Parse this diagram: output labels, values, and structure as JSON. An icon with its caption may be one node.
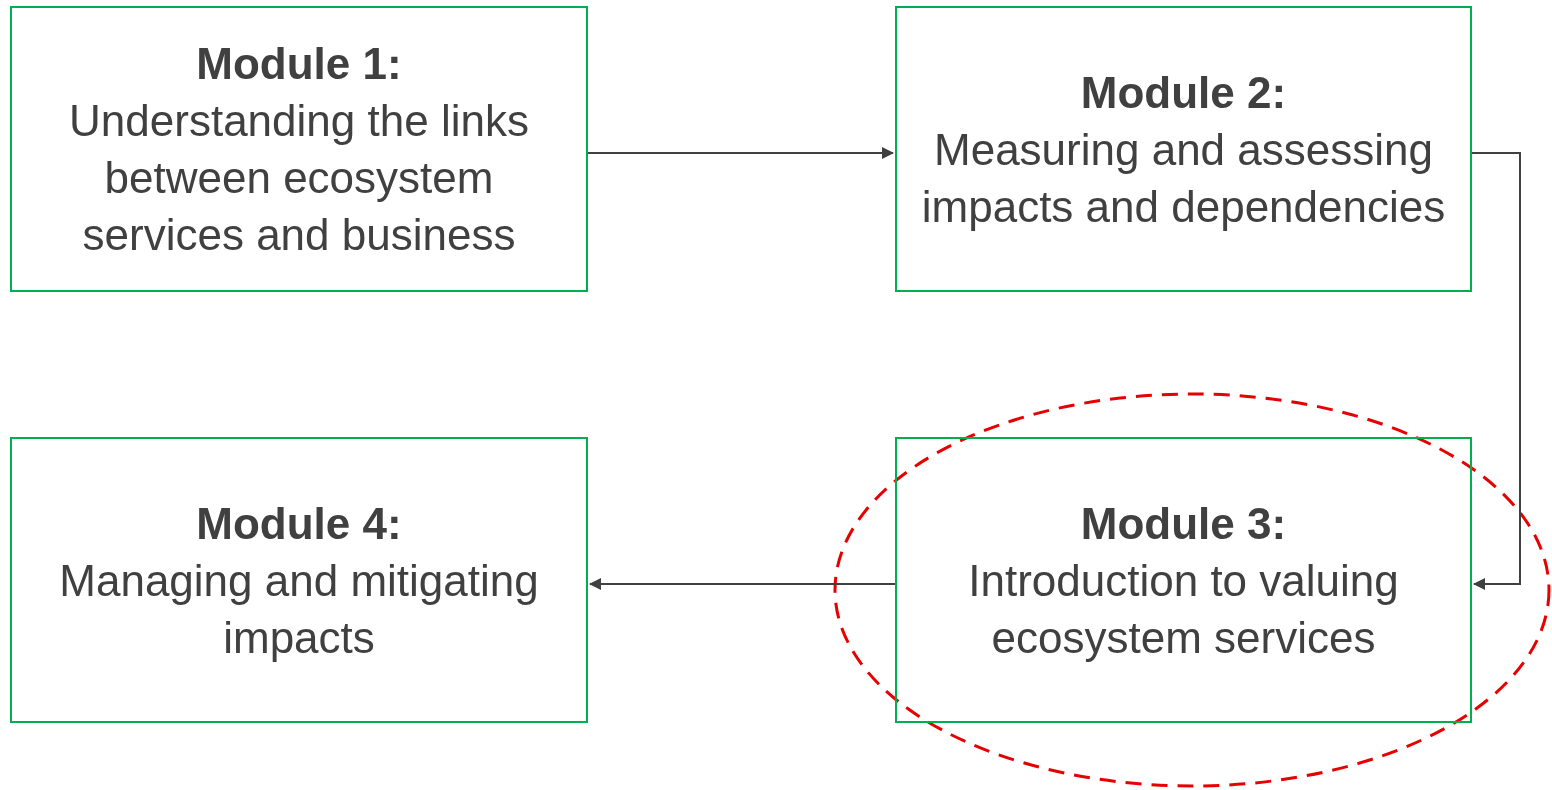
{
  "diagram": {
    "nodes": [
      {
        "text": [
          "Module 1:",
          "Understanding the links between ecosystem services and business"
        ]
      },
      {
        "text": [
          "Module 2:",
          "Measuring and assessing impacts and dependencies"
        ]
      },
      {
        "text": [
          "Module 3:",
          "Introduction to valuing ecosystem services"
        ]
      },
      {
        "text": [
          "Module 4:",
          "Managing and mitigating impacts"
        ]
      }
    ],
    "edges": [
      {
        "from": 0,
        "to": 1,
        "arrow": "to"
      },
      {
        "from": 1,
        "to": 2,
        "arrow": "to"
      },
      {
        "from": 2,
        "to": 3,
        "arrow": "to"
      }
    ]
  }
}
